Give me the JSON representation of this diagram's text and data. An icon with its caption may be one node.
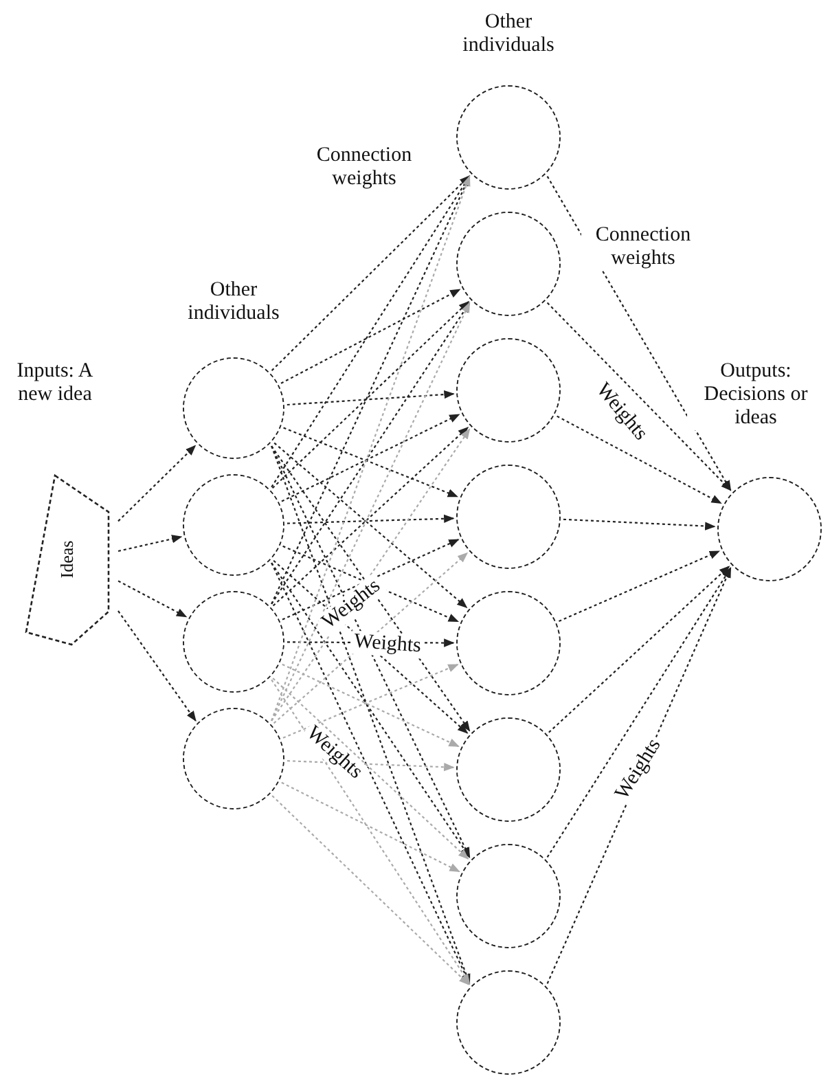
{
  "diagram": {
    "nodes": [
      {
        "text": [
          "Inputs: A new idea",
          "Ideas"
        ]
      },
      {
        "text": [
          "Other individuals"
        ]
      },
      {
        "text": [],
        "shape": "circle"
      },
      {
        "text": [],
        "shape": "circle"
      },
      {
        "text": [],
        "shape": "circle"
      },
      {
        "text": [
          "Other individuals"
        ]
      },
      {
        "text": [],
        "shape": "circle"
      },
      {
        "text": [],
        "shape": "circle"
      },
      {
        "text": [],
        "shape": "circle"
      },
      {
        "text": [],
        "shape": "circle"
      },
      {
        "text": [],
        "shape": "circle"
      },
      {
        "text": [],
        "shape": "circle"
      },
      {
        "text": [],
        "shape": "circle"
      },
      {
        "text": [
          "Outputs: Decisions or ideas"
        ]
      }
    ],
    "edges": [
      {
        "from": 0,
        "to": 1,
        "arrow": "to"
      },
      {
        "from": 0,
        "to": 2,
        "arrow": "to"
      },
      {
        "from": 0,
        "to": 3,
        "arrow": "to"
      },
      {
        "from": 0,
        "to": 4,
        "arrow": "to"
      },
      {
        "from": 1,
        "to": 5,
        "arrow": "to"
      },
      {
        "from": 1,
        "to": 6,
        "arrow": "to"
      },
      {
        "from": 1,
        "to": 7,
        "arrow": "to"
      },
      {
        "from": 1,
        "to": 8,
        "arrow": "to"
      },
      {
        "from": 1,
        "to": 9,
        "arrow": "to"
      },
      {
        "from": 1,
        "to": 10,
        "arrow": "to"
      },
      {
        "from": 1,
        "to": 11,
        "arrow": "to"
      },
      {
        "from": 1,
        "to": 12,
        "arrow": "to"
      },
      {
        "from": 2,
        "to": 5,
        "arrow": "to"
      },
      {
        "from": 2,
        "to": 6,
        "arrow": "to"
      },
      {
        "from": 2,
        "to": 7,
        "arrow": "to"
      },
      {
        "from": 2,
        "to": 8,
        "arrow": "to"
      },
      {
        "from": 2,
        "to": 9,
        "arrow": "to"
      },
      {
        "from": 2,
        "to": 10,
        "arrow": "to"
      },
      {
        "from": 2,
        "to": 11,
        "arrow": "to"
      },
      {
        "from": 2,
        "to": 12,
        "arrow": "to"
      },
      {
        "from": 3,
        "to": 5,
        "arrow": "to"
      },
      {
        "from": 3,
        "to": 6,
        "arrow": "to"
      },
      {
        "from": 3,
        "to": 7,
        "arrow": "to"
      },
      {
        "from": 3,
        "to": 8,
        "arrow": "to"
      },
      {
        "from": 3,
        "to": 9,
        "arrow": "to"
      },
      {
        "from": 3,
        "to": 10,
        "arrow": "to",
        "color": "#aaaaaa"
      },
      {
        "from": 3,
        "to": 11,
        "arrow": "to",
        "color": "#aaaaaa"
      },
      {
        "from": 3,
        "to": 12,
        "arrow": "to",
        "color": "#aaaaaa"
      },
      {
        "from": 4,
        "to": 5,
        "arrow": "to",
        "color": "#aaaaaa"
      },
      {
        "from": 4,
        "to": 6,
        "arrow": "to",
        "color": "#aaaaaa"
      },
      {
        "from": 4,
        "to": 7,
        "arrow": "to",
        "color": "#aaaaaa"
      },
      {
        "from": 4,
        "to": 8,
        "arrow": "to",
        "color": "#aaaaaa"
      },
      {
        "from": 4,
        "to": 9,
        "arrow": "to",
        "color": "#aaaaaa"
      },
      {
        "from": 4,
        "to": 10,
        "arrow": "to",
        "color": "#aaaaaa"
      },
      {
        "from": 4,
        "to": 11,
        "arrow": "to",
        "color": "#aaaaaa"
      },
      {
        "from": 4,
        "to": 12,
        "arrow": "to",
        "color": "#aaaaaa"
      },
      {
        "from": 5,
        "to": 13,
        "arrow": "to"
      },
      {
        "from": 6,
        "to": 13,
        "arrow": "to"
      },
      {
        "from": 7,
        "to": 13,
        "arrow": "to"
      },
      {
        "from": 8,
        "to": 13,
        "arrow": "to"
      },
      {
        "from": 9,
        "to": 13,
        "arrow": "to"
      },
      {
        "from": 10,
        "to": 13,
        "arrow": "to"
      },
      {
        "from": 11,
        "to": 13,
        "arrow": "to"
      },
      {
        "from": 12,
        "to": 13,
        "arrow": "to"
      }
    ],
    "labels": [
      "Connection weights",
      "Connection weights",
      "Weights",
      "Weights",
      "Weights",
      "Weights",
      "Weights"
    ]
  }
}
